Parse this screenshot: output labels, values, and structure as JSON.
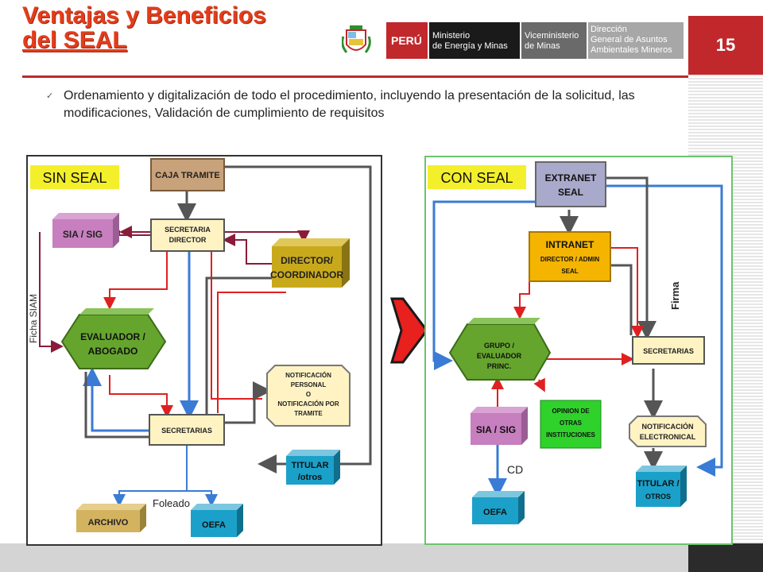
{
  "header": {
    "title_line1": "Ventajas y Beneficios",
    "title_line2": "del SEAL",
    "page_number": "15"
  },
  "logos": {
    "peru": "PERÚ",
    "ministry_line1": "Ministerio",
    "ministry_line2": "de Energía y Minas",
    "vice_line1": "Viceministerio",
    "vice_line2": "de Minas",
    "dir_line1": "Dirección",
    "dir_line2": "General de Asuntos",
    "dir_line3": "Ambientales Mineros"
  },
  "bullet": {
    "text": "Ordenamiento y digitalización de todo el procedimiento, incluyendo la presentación de la solicitud, las modificaciones, Validación de cumplimiento de requisitos"
  },
  "left_diagram": {
    "tag": "SIN SEAL",
    "caja": "CAJA TRAMITE",
    "secretaria_1": "SECRETARIA",
    "secretaria_2": "DIRECTOR",
    "sia": "SIA / SIG",
    "director_1": "DIRECTOR/",
    "director_2": "COORDINADOR",
    "ficha": "Ficha SIAM",
    "evaluador_1": "EVALUADOR /",
    "evaluador_2": "ABOGADO",
    "notif_1": "NOTIFICACIÓN",
    "notif_2": "PERSONAL",
    "notif_3": "O",
    "notif_4": "NOTIFICACIÓN POR",
    "notif_5": "TRAMITE",
    "secretarias": "SECRETARIAS",
    "titular_1": "TITULAR",
    "titular_2": "/otros",
    "foleado": "Foleado",
    "archivo": "ARCHIVO",
    "oefa": "OEFA"
  },
  "right_diagram": {
    "tag": "CON SEAL",
    "extranet_1": "EXTRANET",
    "extranet_2": "SEAL",
    "intranet_1": "INTRANET",
    "intranet_2": "DIRECTOR  / ADMIN",
    "intranet_3": "SEAL",
    "firma": "Firma",
    "grupo_1": "GRUPO /",
    "grupo_2": "EVALUADOR",
    "grupo_3": "PRINC.",
    "secretarias": "SECRETARIAS",
    "sia": "SIA / SIG",
    "opinion_1": "OPINION DE",
    "opinion_2": "OTRAS",
    "opinion_3": "INSTITUCIONES",
    "notif_1": "NOTIFICACIÓN",
    "notif_2": "ELECTRONICAL",
    "cd": "CD",
    "oefa": "OEFA",
    "titular_1": "TITULAR /",
    "titular_2": "OTROS"
  },
  "colors": {
    "title_red": "#e33d1c",
    "accent_red": "#c0282c",
    "tag_yellow": "#f3ef2b",
    "box_tan": "#c8a27a",
    "box_pink": "#c77fbf",
    "box_olive": "#c9a91c",
    "box_green": "#65a52e",
    "box_cyan": "#1ba1c9",
    "box_lavender": "#a9a9cc",
    "box_orange": "#f4b400",
    "box_brightgreen": "#2fd12b",
    "line_blue": "#3a7bd5",
    "line_red": "#e02020",
    "line_gray": "#555555"
  }
}
